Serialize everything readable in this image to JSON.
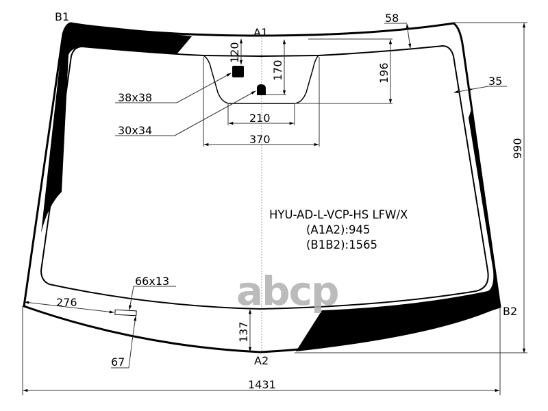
{
  "diagram": {
    "type": "windshield-technical-drawing",
    "part_code": "HYU-AD-L-VCP-HS LFW/X",
    "a1a2_label": "(A1A2):945",
    "b1b2_label": "(B1B2):1565",
    "watermark": "abcp",
    "colors": {
      "line": "#000000",
      "dimension_line": "#333333",
      "frit": "#000000",
      "watermark": "#b0b0b0",
      "background": "#ffffff"
    }
  },
  "points": {
    "a1": "A1",
    "a2": "A2",
    "b1": "B1",
    "b2": "B2"
  },
  "dimensions": {
    "overall_width": "1431",
    "overall_height": "990",
    "top_band": "58",
    "side_band": "35",
    "sensor_area_depth": "196",
    "sensor_area_inner": "170",
    "sensor_offset": "120",
    "sensor_area_top_width": "370",
    "sensor_area_bottom_width": "210",
    "bottom_center_height": "137",
    "vin_offset_x": "276",
    "vin_offset_y": "67"
  },
  "callouts": {
    "sensor_large": "38x38",
    "sensor_small": "30x34",
    "vin_window": "66x13"
  }
}
